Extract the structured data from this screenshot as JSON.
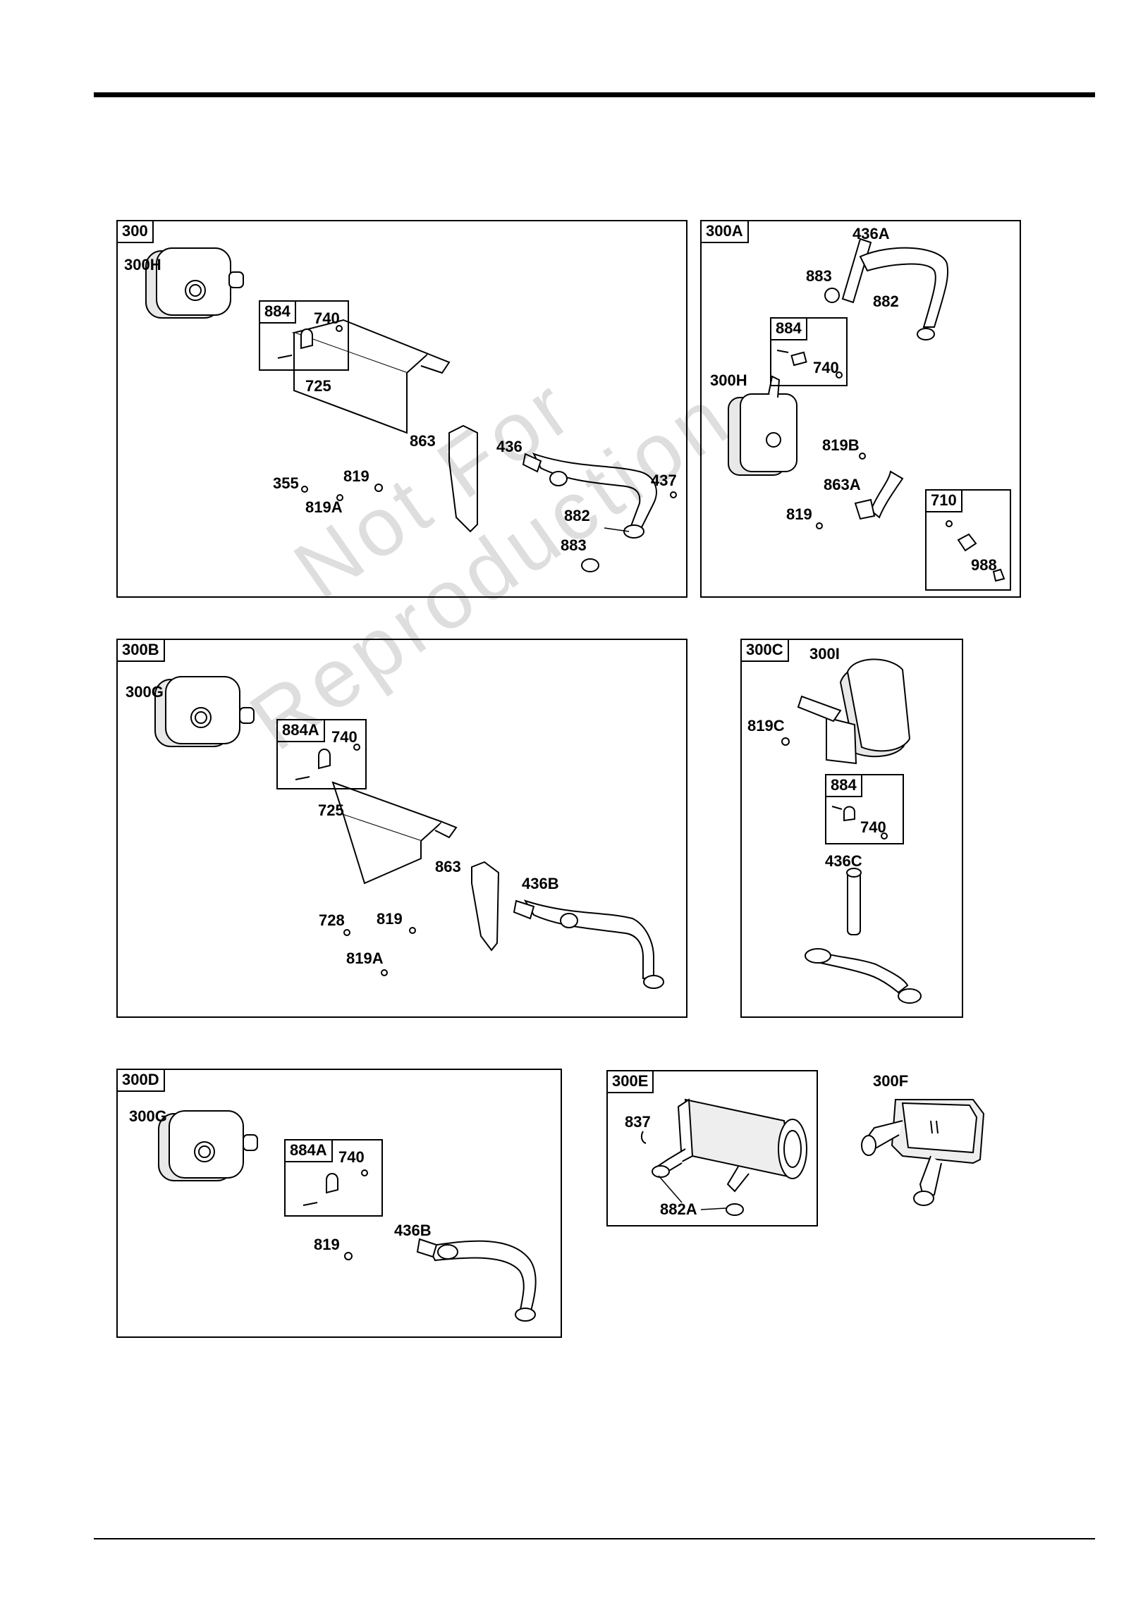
{
  "watermark": {
    "line1": "Not For",
    "line2": "Reproduction"
  },
  "panels": {
    "p300": {
      "tag": "300",
      "labels": {
        "a": "300H",
        "b": "884",
        "c": "740",
        "d": "725",
        "e": "863",
        "f": "436",
        "g": "355",
        "h": "819",
        "i": "819A",
        "j": "437",
        "k": "882",
        "l": "883"
      }
    },
    "p300A": {
      "tag": "300A",
      "labels": {
        "a": "436A",
        "b": "883",
        "c": "882",
        "d": "884",
        "e": "740",
        "f": "300H",
        "g": "819B",
        "h": "863A",
        "i": "819",
        "j": "710",
        "k": "988"
      }
    },
    "p300B": {
      "tag": "300B",
      "labels": {
        "a": "300G",
        "b": "884A",
        "c": "740",
        "d": "725",
        "e": "863",
        "f": "436B",
        "g": "728",
        "h": "819",
        "i": "819A"
      }
    },
    "p300C": {
      "tag": "300C",
      "labels": {
        "a": "300I",
        "b": "819C",
        "c": "884",
        "d": "740",
        "e": "436C"
      }
    },
    "p300D": {
      "tag": "300D",
      "labels": {
        "a": "300G",
        "b": "884A",
        "c": "740",
        "d": "436B",
        "e": "819"
      }
    },
    "p300E": {
      "tag": "300E",
      "labels": {
        "a": "837",
        "b": "882A"
      }
    },
    "p300F": {
      "labels": {
        "a": "300F"
      }
    }
  }
}
